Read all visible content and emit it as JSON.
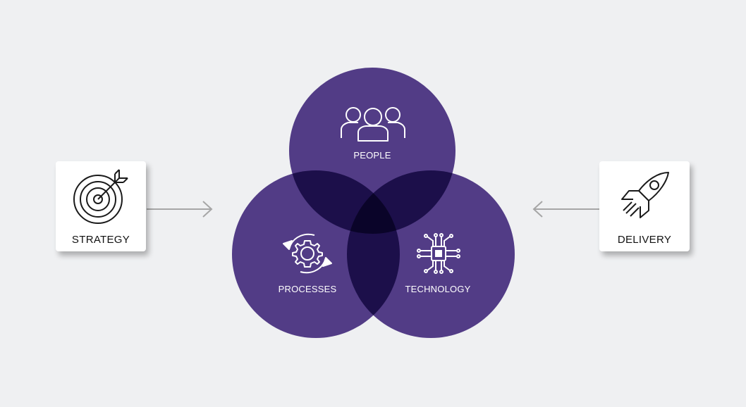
{
  "colors": {
    "background": "#eff0f2",
    "circle_fill": "#533b8b",
    "arrow": "#a6a6a6",
    "icon_stroke": "#1a1a1a"
  },
  "inputs": [
    {
      "label": "STRATEGY",
      "icon": "target-arrow-icon"
    },
    {
      "label": "DELIVERY",
      "icon": "rocket-icon"
    }
  ],
  "venn": [
    {
      "label": "PEOPLE",
      "icon": "people-group-icon"
    },
    {
      "label": "PROCESSES",
      "icon": "gear-cycle-icon"
    },
    {
      "label": "TECHNOLOGY",
      "icon": "circuit-chip-icon"
    }
  ]
}
